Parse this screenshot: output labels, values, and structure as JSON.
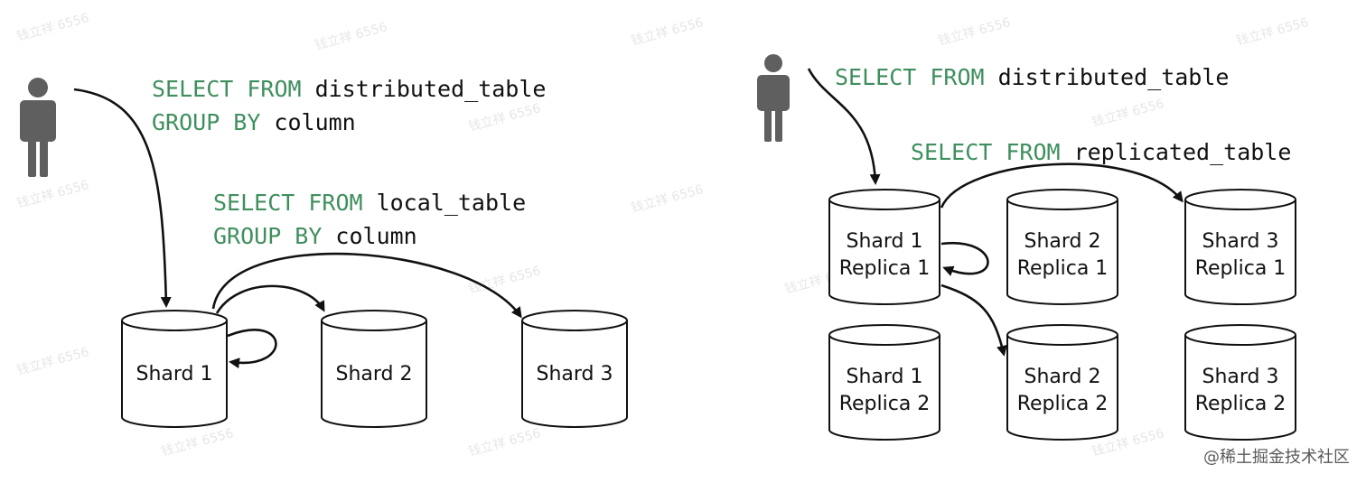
{
  "left": {
    "query_distributed": {
      "kw1": "SELECT FROM",
      "id1": "distributed_table",
      "kw2": "GROUP BY",
      "id2": "column"
    },
    "query_local": {
      "kw1": "SELECT FROM",
      "id1": "local_table",
      "kw2": "GROUP BY",
      "id2": "column"
    },
    "shards": [
      "Shard 1",
      "Shard 2",
      "Shard 3"
    ]
  },
  "right": {
    "query_distributed": {
      "kw1": "SELECT FROM",
      "id1": "distributed_table"
    },
    "query_replicated": {
      "kw1": "SELECT FROM",
      "id1": "replicated_table"
    },
    "nodes": [
      {
        "shard": "Shard 1",
        "replica": "Replica 1"
      },
      {
        "shard": "Shard 2",
        "replica": "Replica 1"
      },
      {
        "shard": "Shard 3",
        "replica": "Replica 1"
      },
      {
        "shard": "Shard 1",
        "replica": "Replica 2"
      },
      {
        "shard": "Shard 2",
        "replica": "Replica 2"
      },
      {
        "shard": "Shard 3",
        "replica": "Replica 2"
      }
    ]
  },
  "watermark_text": "钱立祥 6556",
  "corner_watermark": "@稀土掘金技术社区",
  "colors": {
    "keyword": "#3f8f5e",
    "ink": "#111111",
    "person": "#5f5f5f"
  }
}
